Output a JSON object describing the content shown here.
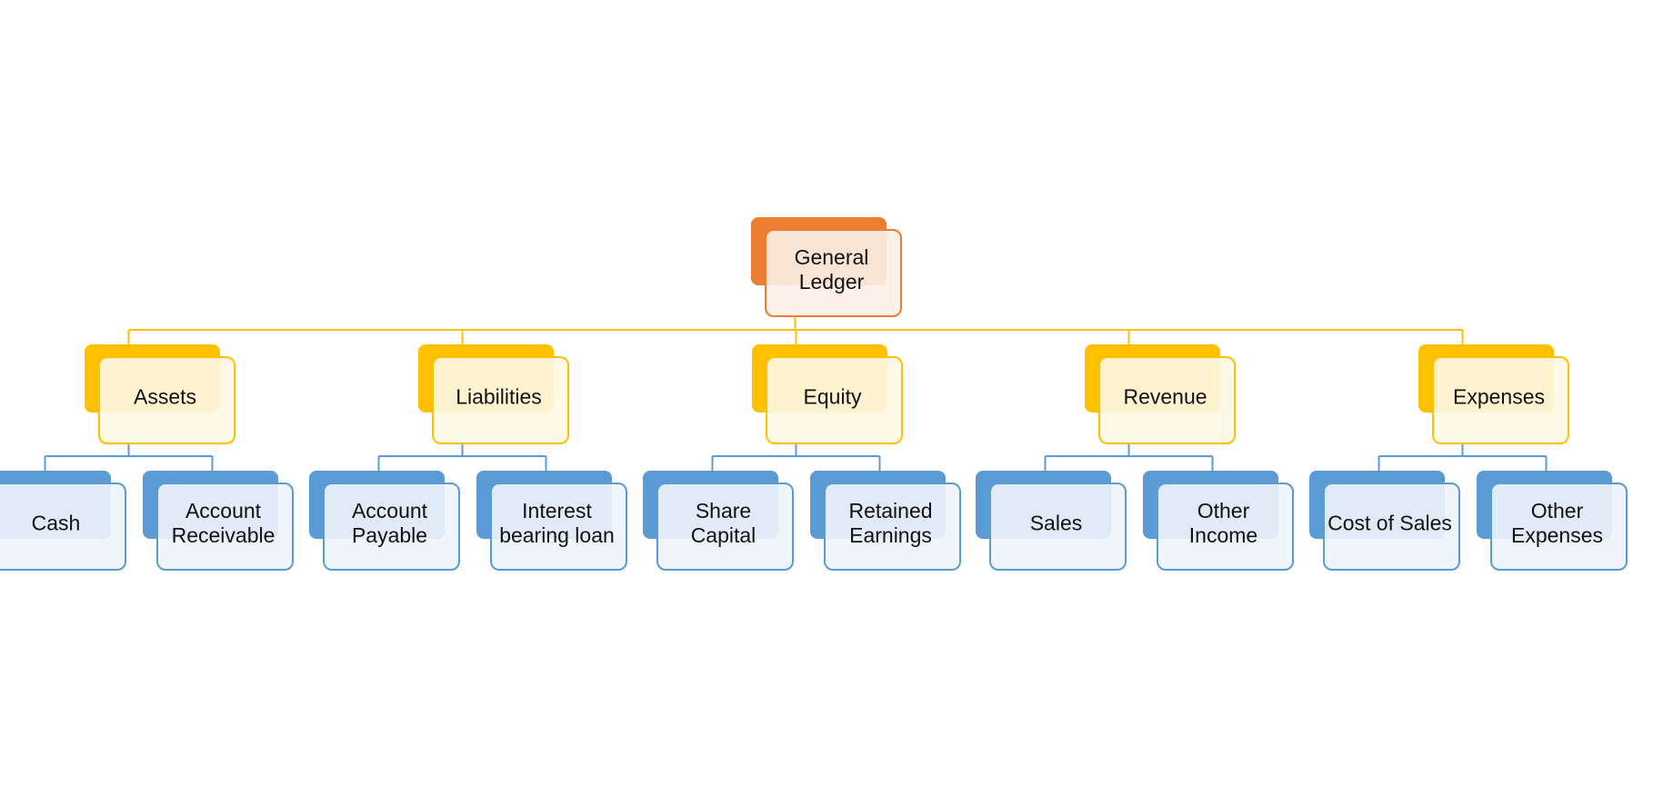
{
  "colors": {
    "root_back": "#ED7D31",
    "root_front": "#FDEFE7",
    "category_back": "#FFC000",
    "category_front": "#FFF8E5",
    "leaf_back": "#5B9BD5",
    "leaf_front": "#EEF4FB",
    "connector_category": "#FFC000",
    "connector_leaf": "#5B9BD5"
  },
  "tree": {
    "root": {
      "id": "general-ledger",
      "label_lines": [
        "General",
        "Ledger"
      ]
    },
    "categories": [
      {
        "id": "assets",
        "label_lines": [
          "Assets"
        ],
        "children": [
          {
            "id": "cash",
            "label_lines": [
              "Cash"
            ]
          },
          {
            "id": "account-receivable",
            "label_lines": [
              "Account",
              "Receivable"
            ]
          }
        ]
      },
      {
        "id": "liabilities",
        "label_lines": [
          "Liabilities"
        ],
        "children": [
          {
            "id": "account-payable",
            "label_lines": [
              "Account",
              "Payable"
            ]
          },
          {
            "id": "interest-bearing-loan",
            "label_lines": [
              "Interest",
              "bearing loan"
            ]
          }
        ]
      },
      {
        "id": "equity",
        "label_lines": [
          "Equity"
        ],
        "children": [
          {
            "id": "share-capital",
            "label_lines": [
              "Share",
              "Capital"
            ]
          },
          {
            "id": "retained-earnings",
            "label_lines": [
              "Retained",
              "Earnings"
            ]
          }
        ]
      },
      {
        "id": "revenue",
        "label_lines": [
          "Revenue"
        ],
        "children": [
          {
            "id": "sales",
            "label_lines": [
              "Sales"
            ]
          },
          {
            "id": "other-income",
            "label_lines": [
              "Other",
              "Income"
            ]
          }
        ]
      },
      {
        "id": "expenses",
        "label_lines": [
          "Expenses"
        ],
        "children": [
          {
            "id": "cost-of-sales",
            "label_lines": [
              "Cost of Sales"
            ]
          },
          {
            "id": "other-expenses",
            "label_lines": [
              "Other",
              "Expenses"
            ]
          }
        ]
      }
    ]
  }
}
